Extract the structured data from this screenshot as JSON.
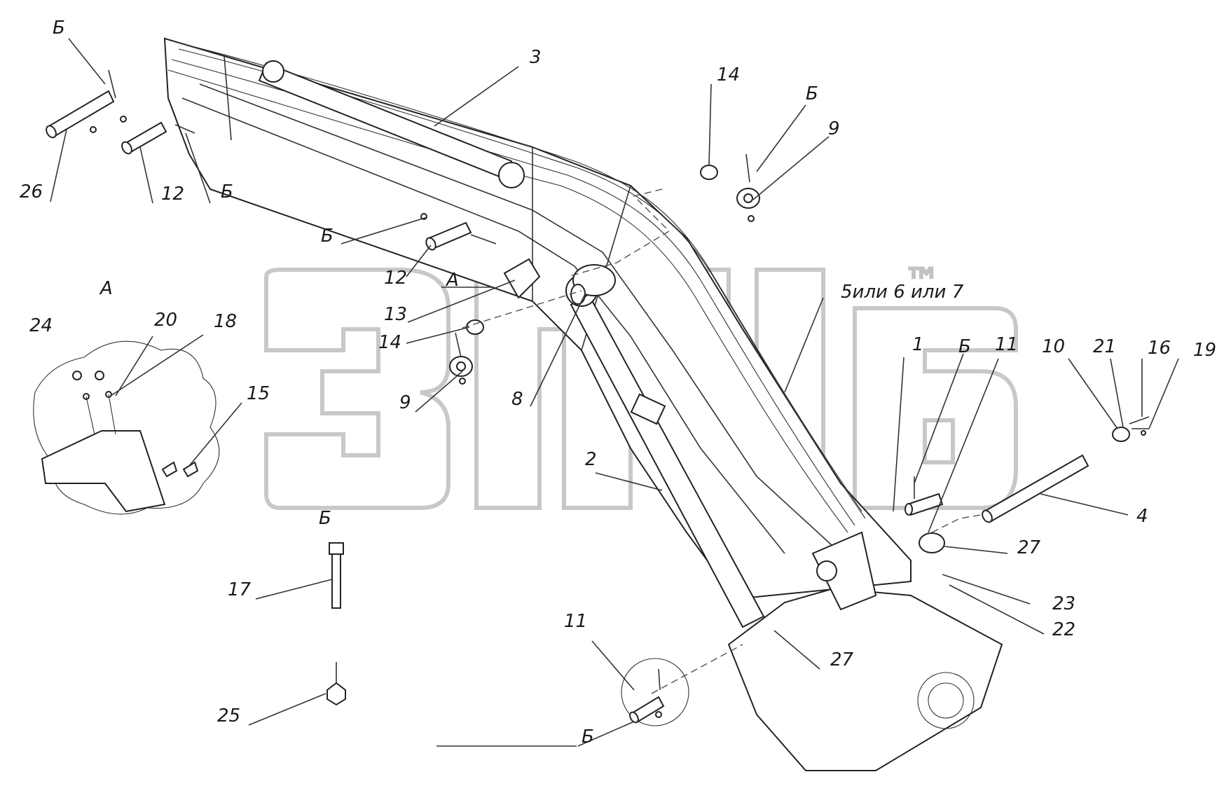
{
  "watermark": {
    "text": "ЗЛБ",
    "tm": "™"
  },
  "labels": {
    "b_top_left": "Б",
    "n26": "26",
    "n12_top": "12",
    "b_top_mid": "Б",
    "n3": "3",
    "n14_top": "14",
    "b_top_right": "Б",
    "n9_top": "9",
    "b_mid_left": "Б",
    "n12_mid": "12",
    "a_mid": "А",
    "n5": "5или 6 или 7",
    "n13": "13",
    "n14_mid": "14",
    "n9_mid": "9",
    "n8": "8",
    "a_inset": "А",
    "n24": "24",
    "n20": "20",
    "n18": "18",
    "n15": "15",
    "n1": "1",
    "b_right": "Б",
    "n11_right": "11",
    "n10": "10",
    "n21": "21",
    "n16": "16",
    "n19": "19",
    "n2": "2",
    "n4": "4",
    "n27_right": "27",
    "n23": "23",
    "n22": "22",
    "n27_bot": "27",
    "b_bot_left": "Б",
    "n17": "17",
    "n11_bot": "11",
    "n25": "25",
    "b_bot": "Б"
  }
}
